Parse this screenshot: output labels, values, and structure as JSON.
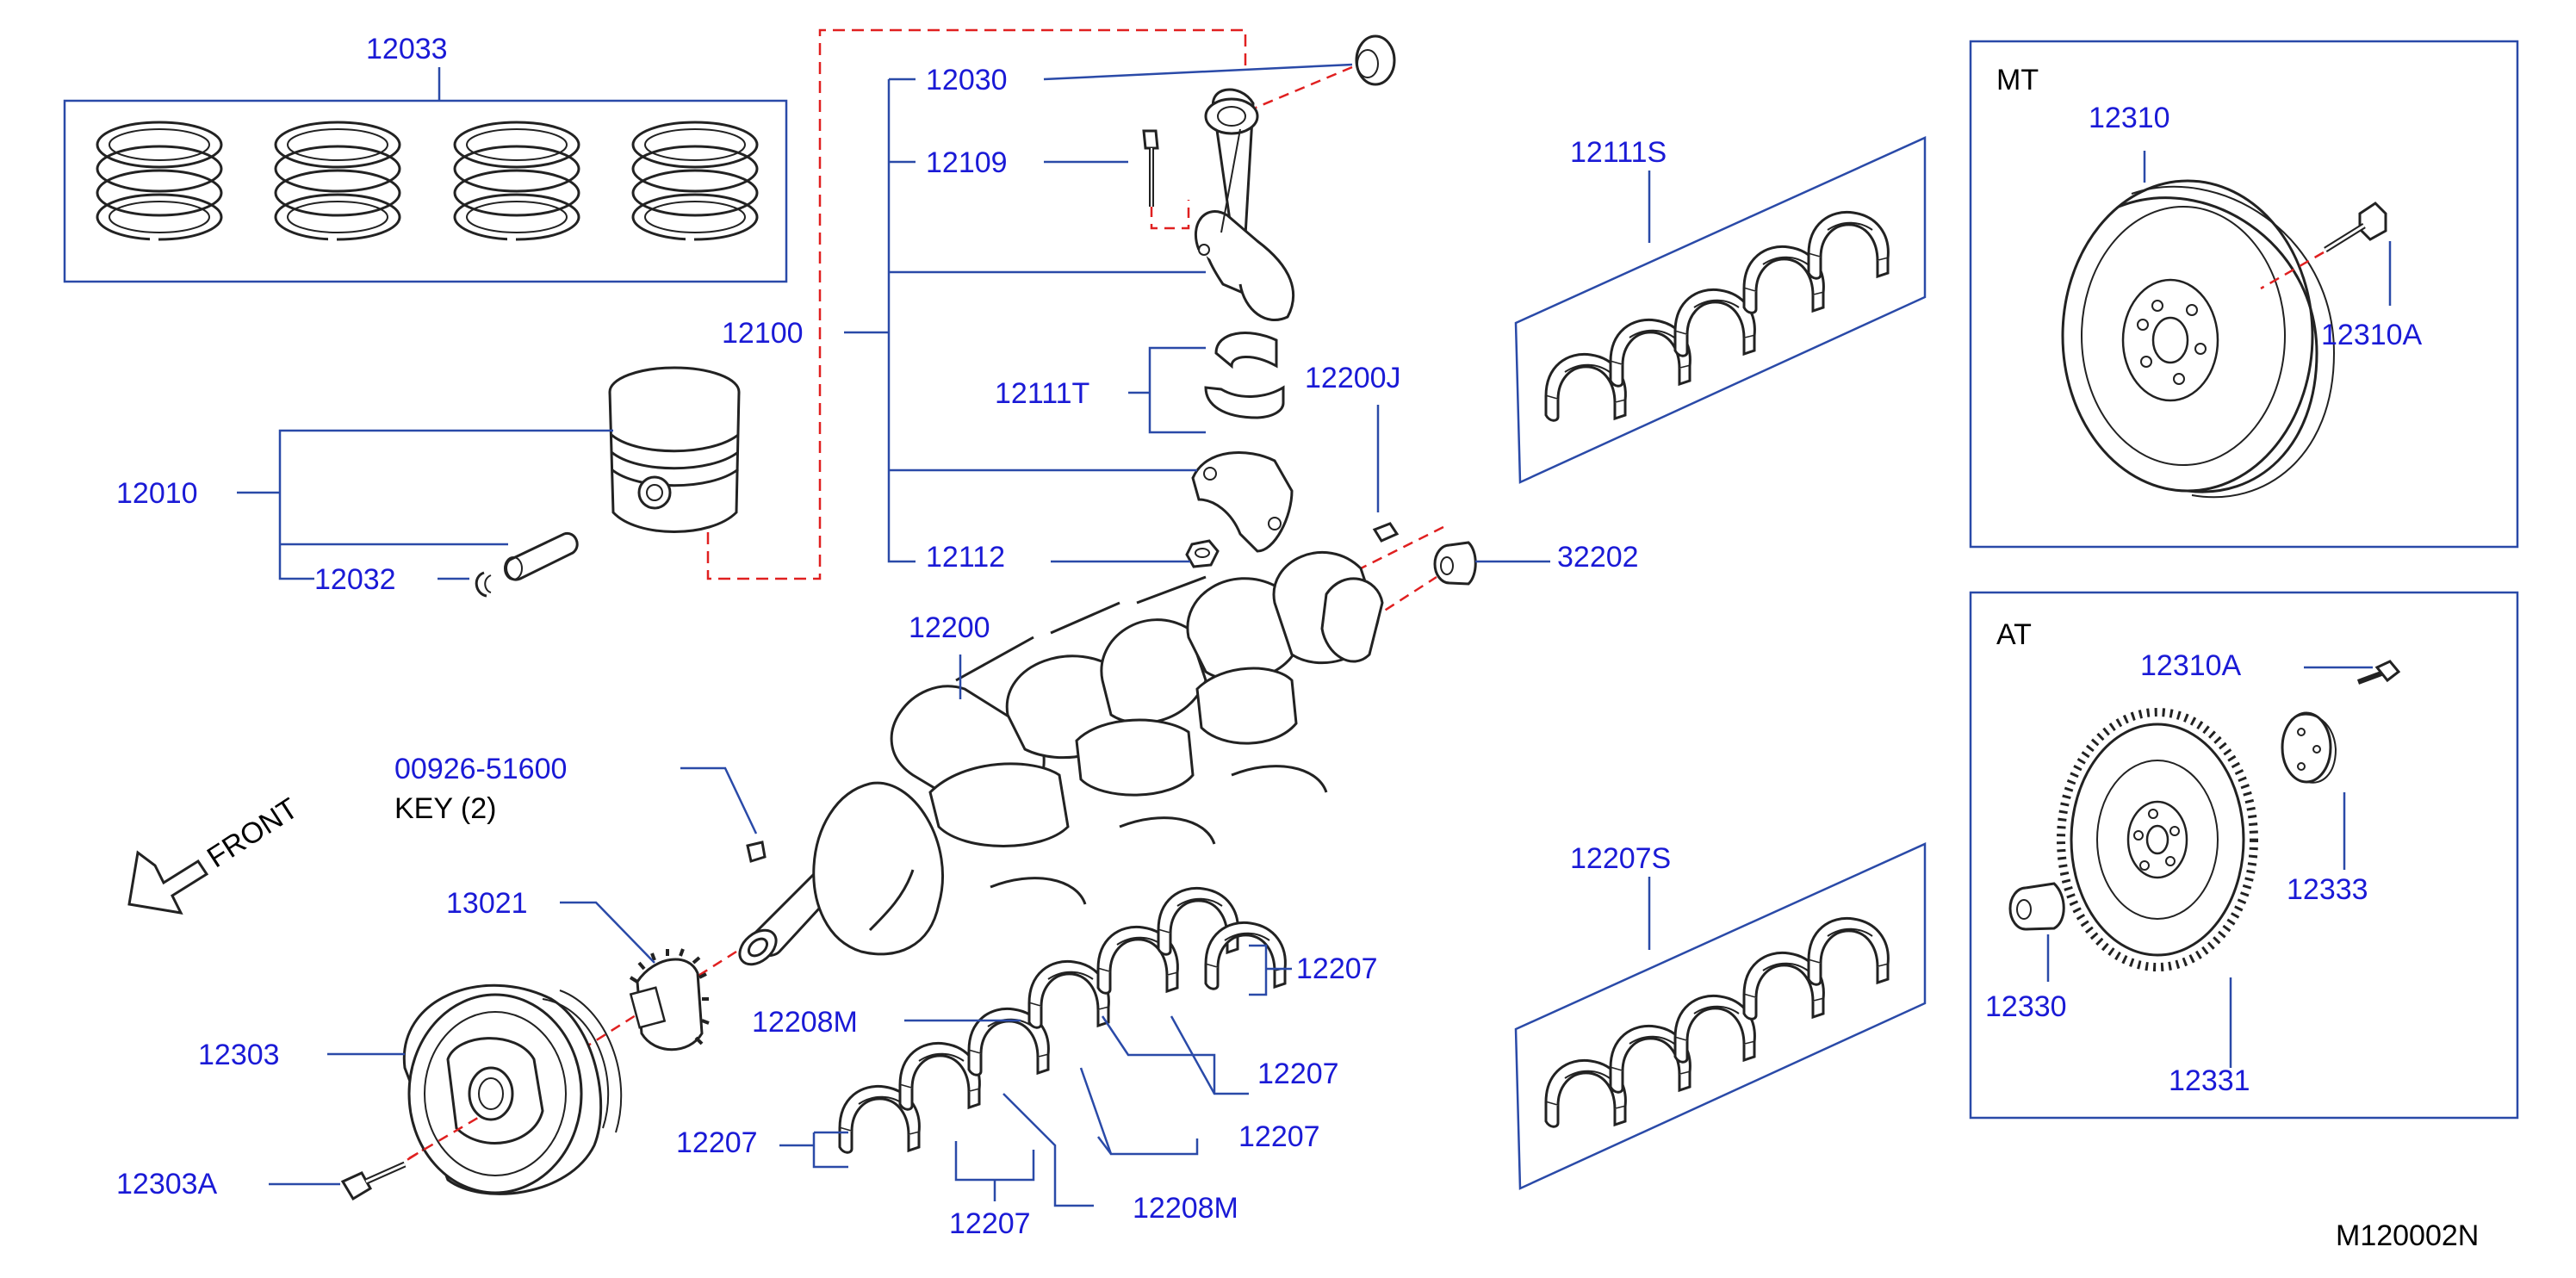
{
  "diagram_code": "M120002N",
  "front_label": "FRONT",
  "colors": {
    "label": "#1a1ad6",
    "guide": "#e02020",
    "line": "#222222"
  },
  "boxes": {
    "mt_title": "MT",
    "at_title": "AT"
  },
  "parts": {
    "p12033": "12033",
    "p12030": "12030",
    "p12109": "12109",
    "p12100": "12100",
    "p12111T": "12111T",
    "p12200J": "12200J",
    "p12010": "12010",
    "p12032": "12032",
    "p12112": "12112",
    "p32202": "32202",
    "p12200": "12200",
    "p00926": "00926-51600",
    "key_note": "KEY   (2)",
    "p13021": "13021",
    "p12303": "12303",
    "p12303A": "12303A",
    "p12208M_a": "12208M",
    "p12208M_b": "12208M",
    "p12207_a": "12207",
    "p12207_b": "12207",
    "p12207_c": "12207",
    "p12207_d": "12207",
    "p12207_e": "12207",
    "p12111S": "12111S",
    "p12207S": "12207S",
    "p12310": "12310",
    "p12310A_mt": "12310A",
    "p12310A_at": "12310A",
    "p12333": "12333",
    "p12330": "12330",
    "p12331": "12331"
  }
}
